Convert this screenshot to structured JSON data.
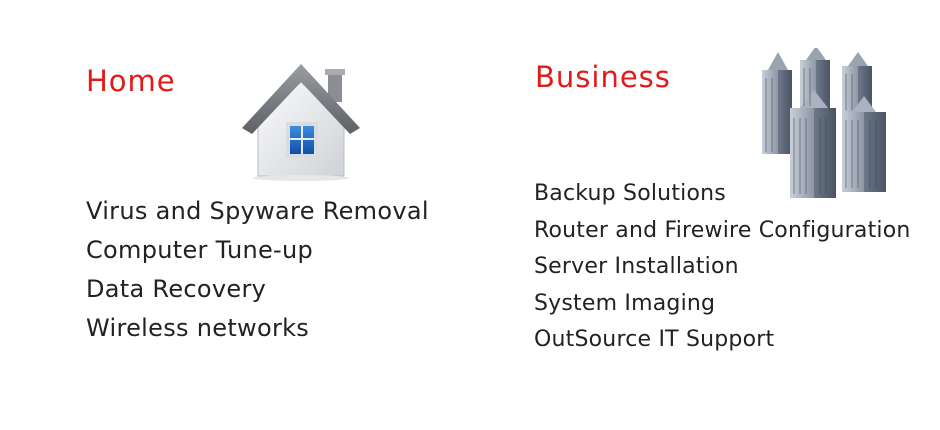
{
  "colors": {
    "heading": "#e31a1a",
    "text": "#222222",
    "background": "#ffffff"
  },
  "home": {
    "title": "Home",
    "icon": "house-icon",
    "items": [
      "Virus and Spyware Removal",
      "Computer Tune-up",
      "Data Recovery",
      "Wireless networks"
    ]
  },
  "business": {
    "title": "Business",
    "icon": "office-buildings-icon",
    "items": [
      "Backup Solutions",
      "Router and Firewire Configuration",
      "Server Installation",
      "System Imaging",
      "OutSource IT Support"
    ]
  }
}
